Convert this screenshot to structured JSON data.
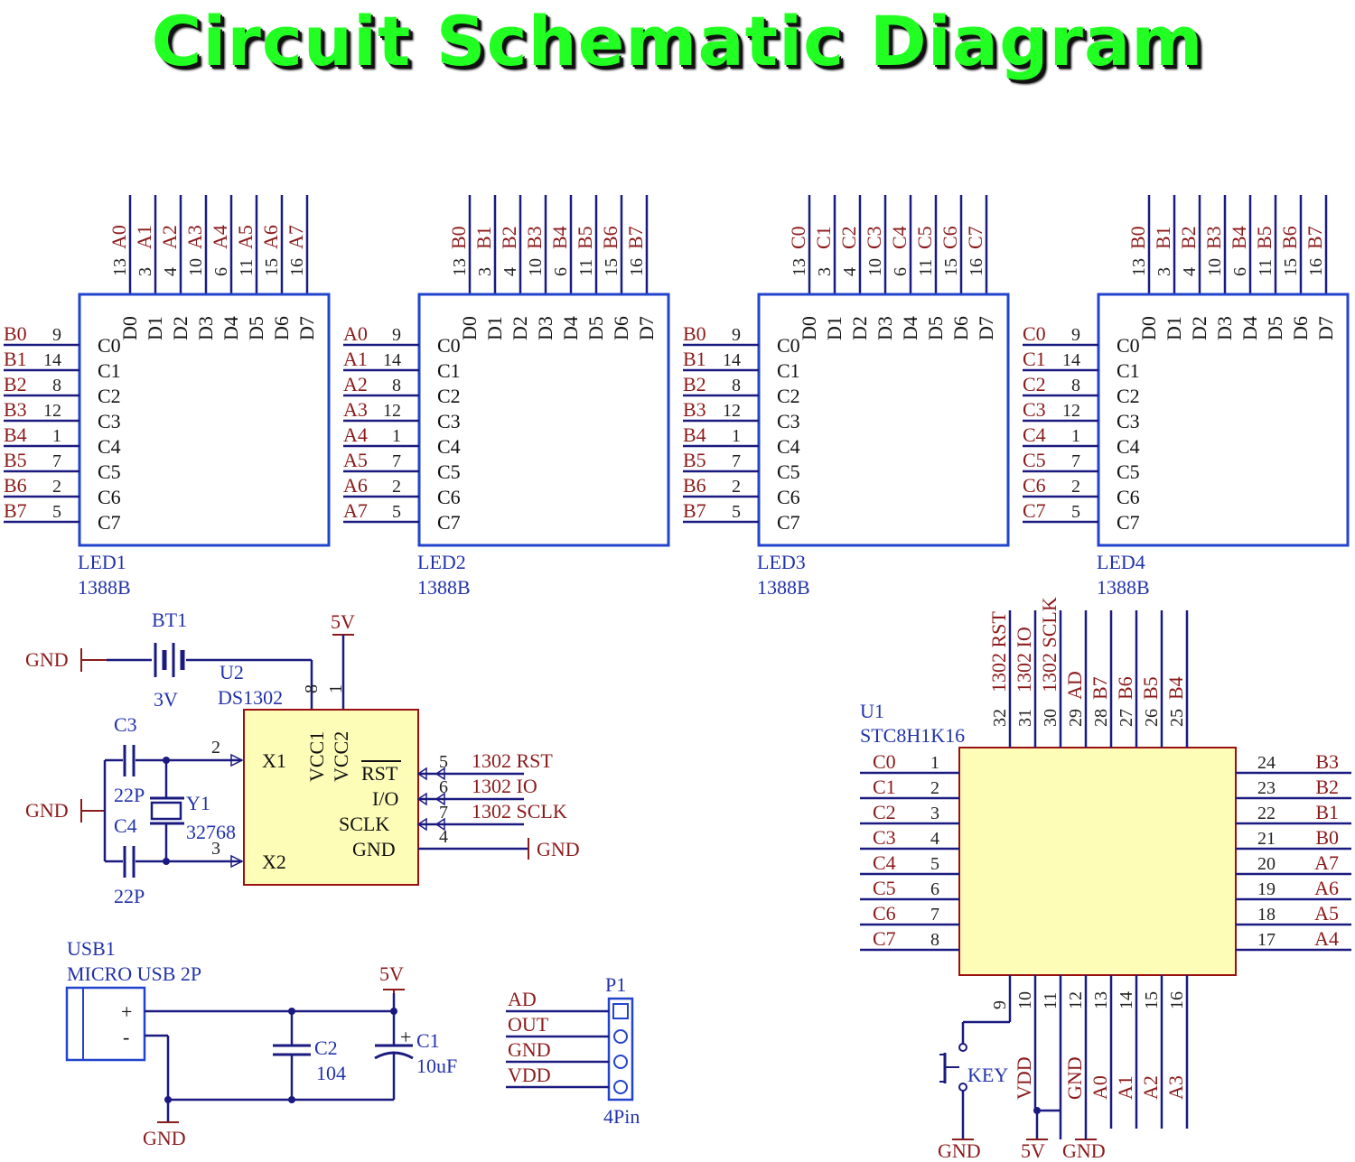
{
  "title": "Circuit Schematic Diagram",
  "led_part": "1388B",
  "led_top_pins": [
    "13",
    "3",
    "4",
    "10",
    "6",
    "11",
    "15",
    "16"
  ],
  "led_top_names": [
    "D0",
    "D1",
    "D2",
    "D3",
    "D4",
    "D5",
    "D6",
    "D7"
  ],
  "led_left_pins": [
    "9",
    "14",
    "8",
    "12",
    "1",
    "7",
    "2",
    "5"
  ],
  "led_left_names": [
    "C0",
    "C1",
    "C2",
    "C3",
    "C4",
    "C5",
    "C6",
    "C7"
  ],
  "leds": [
    {
      "name": "LED1",
      "top_nets": [
        "A0",
        "A1",
        "A2",
        "A3",
        "A4",
        "A5",
        "A6",
        "A7"
      ],
      "left_nets": [
        "B0",
        "B1",
        "B2",
        "B3",
        "B4",
        "B5",
        "B6",
        "B7"
      ]
    },
    {
      "name": "LED2",
      "top_nets": [
        "B0",
        "B1",
        "B2",
        "B3",
        "B4",
        "B5",
        "B6",
        "B7"
      ],
      "left_nets": [
        "A0",
        "A1",
        "A2",
        "A3",
        "A4",
        "A5",
        "A6",
        "A7"
      ]
    },
    {
      "name": "LED3",
      "top_nets": [
        "C0",
        "C1",
        "C2",
        "C3",
        "C4",
        "C5",
        "C6",
        "C7"
      ],
      "left_nets": [
        "B0",
        "B1",
        "B2",
        "B3",
        "B4",
        "B5",
        "B6",
        "B7"
      ]
    },
    {
      "name": "LED4",
      "top_nets": [
        "B0",
        "B1",
        "B2",
        "B3",
        "B4",
        "B5",
        "B6",
        "B7"
      ],
      "left_nets": [
        "C0",
        "C1",
        "C2",
        "C3",
        "C4",
        "C5",
        "C6",
        "C7"
      ]
    }
  ],
  "rtc": {
    "ref": "U2",
    "part": "DS1302",
    "battery_ref": "BT1",
    "battery_value": "3V",
    "crystal_ref": "Y1",
    "crystal_value": "32768",
    "c3_ref": "C3",
    "c3_value": "22P",
    "c4_ref": "C4",
    "c4_value": "22P",
    "gnd": "GND",
    "vcc_net": "5V",
    "pin_vcc1": "VCC1",
    "pin_vcc2": "VCC2",
    "pin_x1": "X1",
    "pin_x2": "X2",
    "pin_rst": "RST",
    "pin_io": "I/O",
    "pin_sclk": "SCLK",
    "pin_gnd": "GND",
    "num_vcc1": "8",
    "num_vcc2": "1",
    "num_x1": "2",
    "num_x2": "3",
    "num_rst": "5",
    "num_io": "6",
    "num_sclk": "7",
    "num_gnd": "4",
    "net_rst": "1302 RST",
    "net_io": "1302 IO",
    "net_sclk": "1302 SCLK"
  },
  "mcu": {
    "ref": "U1",
    "part": "STC8H1K16",
    "left_pins": [
      "1",
      "2",
      "3",
      "4",
      "5",
      "6",
      "7",
      "8"
    ],
    "left_nets": [
      "C0",
      "C1",
      "C2",
      "C3",
      "C4",
      "C5",
      "C6",
      "C7"
    ],
    "right_pins": [
      "24",
      "23",
      "22",
      "21",
      "20",
      "19",
      "18",
      "17"
    ],
    "right_nets": [
      "B3",
      "B2",
      "B1",
      "B0",
      "A7",
      "A6",
      "A5",
      "A4"
    ],
    "top_pins": [
      "32",
      "31",
      "30",
      "29",
      "28",
      "27",
      "26",
      "25"
    ],
    "top_nets": [
      "1302 RST",
      "1302 IO",
      "1302 SCLK",
      "AD",
      "B7",
      "B6",
      "B5",
      "B4"
    ],
    "bottom_pins": [
      "9",
      "10",
      "11",
      "12",
      "13",
      "14",
      "15",
      "16"
    ],
    "bottom_nets": [
      "",
      "VDD",
      "",
      "GND",
      "A0",
      "A1",
      "A2",
      "A3"
    ],
    "key_label": "KEY",
    "gnd1": "GND",
    "vcc_net": "5V",
    "gnd2": "GND"
  },
  "usb": {
    "ref": "USB1",
    "part": "MICRO USB 2P",
    "plus": "+",
    "minus": "-",
    "c2_ref": "C2",
    "c2_value": "104",
    "c1_ref": "C1",
    "c1_value": "10uF",
    "vcc_net": "5V",
    "gnd": "GND"
  },
  "header": {
    "ref": "P1",
    "value": "4Pin",
    "nets": [
      "AD",
      "OUT",
      "GND",
      "VDD"
    ]
  }
}
